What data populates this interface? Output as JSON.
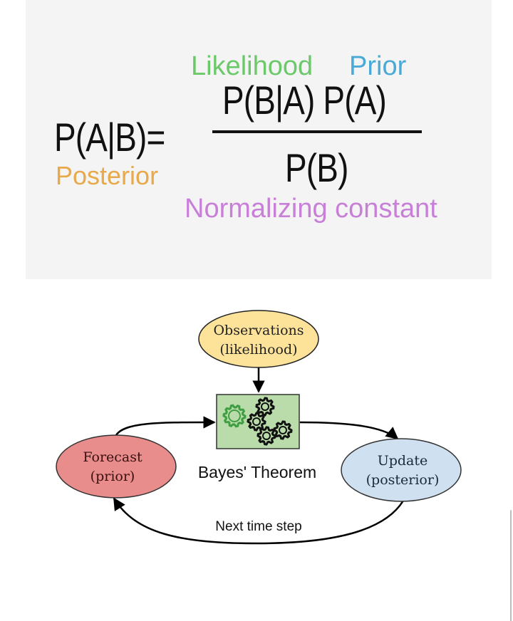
{
  "formula": {
    "lhs": "P(A|B)=",
    "numerator": "P(B|A) P(A)",
    "denominator": "P(B)",
    "labels": {
      "likelihood": "Likelihood",
      "prior": "Prior",
      "posterior": "Posterior",
      "normalizing_constant": "Normalizing constant"
    },
    "colors": {
      "likelihood": "#6cc96a",
      "prior": "#4aaad6",
      "posterior": "#e8a94a",
      "normalizing_constant": "#c87fd8"
    }
  },
  "diagram": {
    "nodes": {
      "observations": {
        "line1": "Observations",
        "line2": "(likelihood)",
        "fill": "#fde39a"
      },
      "forecast": {
        "line1": "Forecast",
        "line2": "(prior)",
        "fill": "#e98c8c"
      },
      "update": {
        "line1": "Update",
        "line2": "(posterior)",
        "fill": "#cfe0f1"
      },
      "bayes_box": {
        "label": "Bayes' Theorem",
        "fill": "#b9dcaa",
        "gear_accent": "#3f9e42"
      }
    },
    "edges": {
      "next_step_label": "Next time step"
    }
  }
}
